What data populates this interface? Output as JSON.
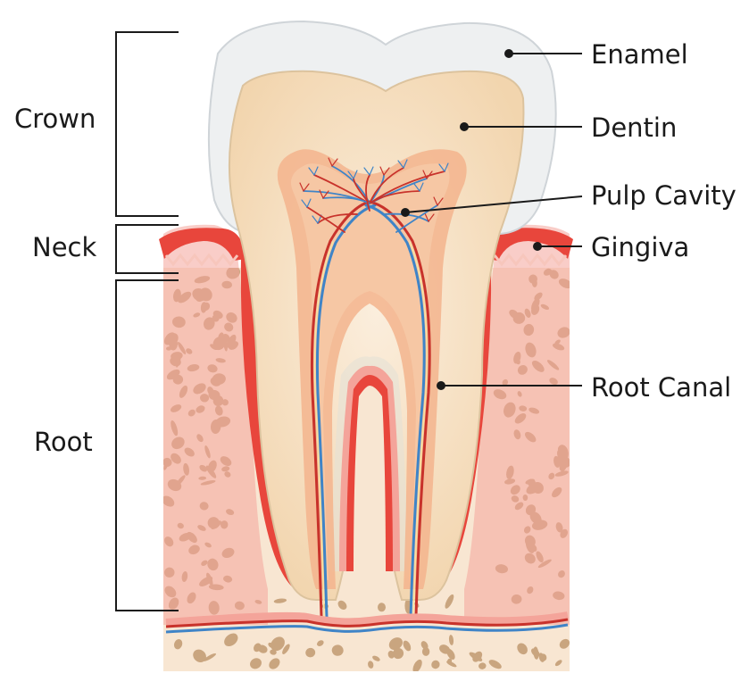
{
  "diagram": {
    "region_labels": {
      "crown": "Crown",
      "neck": "Neck",
      "root": "Root"
    },
    "structure_labels": {
      "enamel": "Enamel",
      "dentin": "Dentin",
      "pulp_cavity": "Pulp Cavity",
      "gingiva": "Gingiva",
      "root_canal": "Root Canal"
    },
    "colors": {
      "enamel": "#eef0f1",
      "dentin": "#f6dcb9",
      "pulp": "#f3b48d",
      "gingiva": "#e8463c",
      "gum_pink": "#f4a49a",
      "bone": "#f8e6d2",
      "bone_spots": "#c9a57f",
      "artery": "#c8322b",
      "vein": "#3f84c7"
    }
  }
}
